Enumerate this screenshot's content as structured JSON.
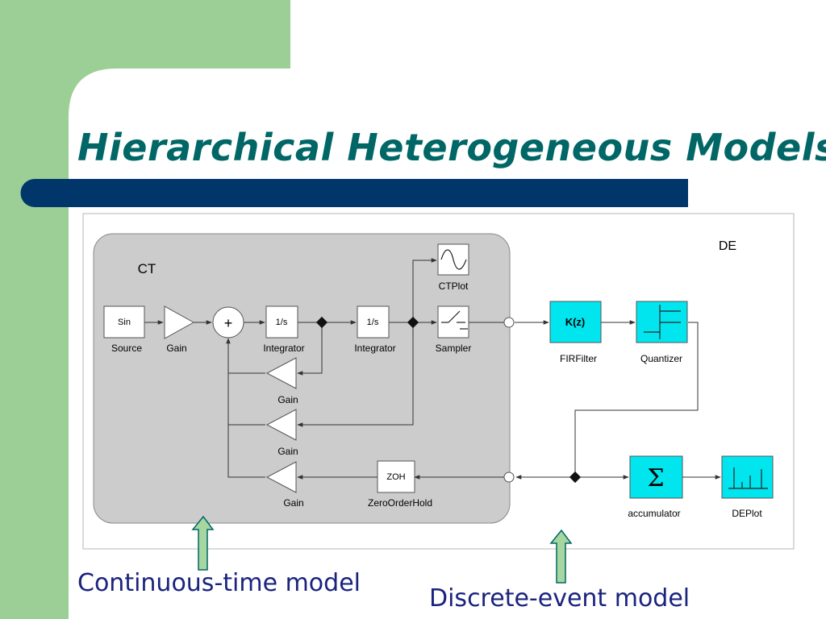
{
  "title": "Hierarchical Heterogeneous Models",
  "colors": {
    "green_band": "#9ccf96",
    "title_text": "#006666",
    "navy_bar": "#00366a",
    "ct_region": "#cccccc",
    "de_actor_fill": "#00e5ee",
    "caption_text": "#1a237e",
    "arrow_fill": "#a7d7a0",
    "arrow_stroke": "#006666"
  },
  "diagram": {
    "de_label": "DE",
    "ct_label": "CT",
    "actors": {
      "source": {
        "icon": "Sin",
        "label": "Source"
      },
      "gain_forward": {
        "label": "Gain"
      },
      "adder": {
        "icon": "+"
      },
      "integrator1": {
        "icon": "1/s",
        "label": "Integrator"
      },
      "integrator2": {
        "icon": "1/s",
        "label": "Integrator"
      },
      "ctplot": {
        "label": "CTPlot"
      },
      "sampler": {
        "label": "Sampler"
      },
      "feedback_gain1": {
        "label": "Gain"
      },
      "feedback_gain2": {
        "label": "Gain"
      },
      "feedback_gain3": {
        "label": "Gain"
      },
      "zoh": {
        "icon": "ZOH",
        "label": "ZeroOrderHold"
      },
      "firfilter": {
        "icon": "K(z)",
        "label": "FIRFilter"
      },
      "quantizer": {
        "label": "Quantizer"
      },
      "accumulator": {
        "icon": "Σ",
        "label": "accumulator"
      },
      "deplot": {
        "label": "DEPlot"
      }
    }
  },
  "captions": {
    "continuous": "Continuous-time model",
    "discrete": "Discrete-event model"
  }
}
